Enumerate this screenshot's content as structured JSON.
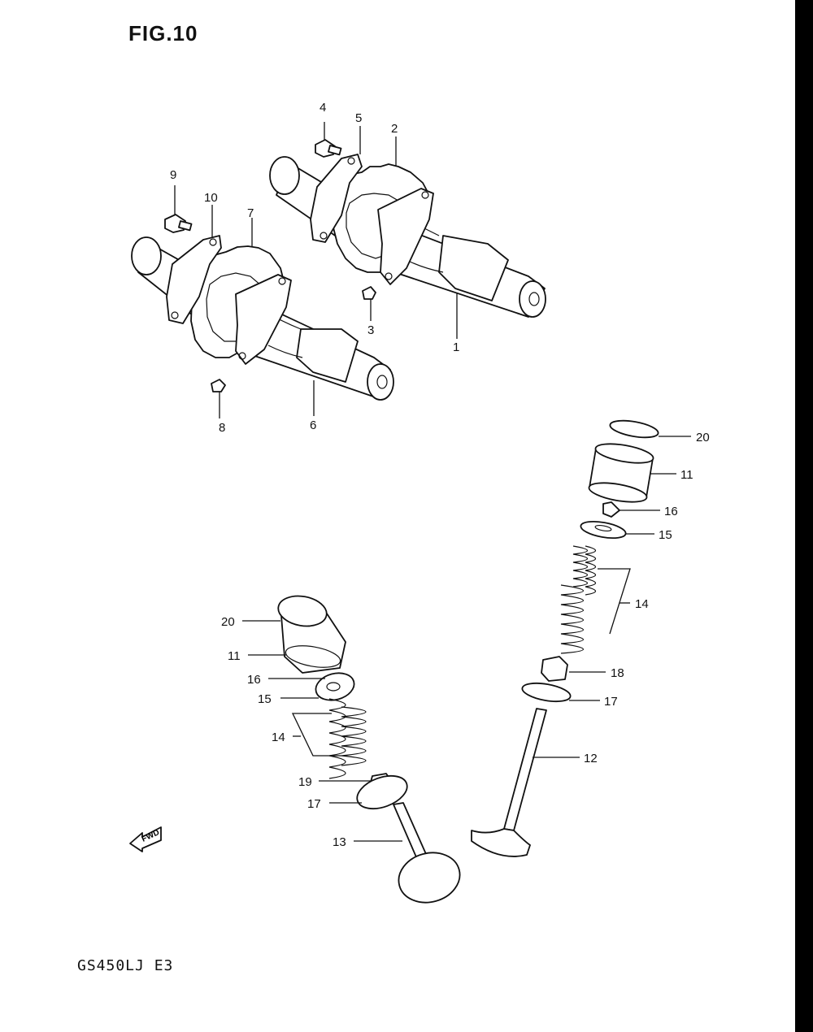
{
  "figure": {
    "title": "FIG.10",
    "model_code": "GS450LJ E3"
  },
  "fwd_badge": "FWD",
  "callouts": [
    {
      "id": "c1",
      "text": "1"
    },
    {
      "id": "c2",
      "text": "2"
    },
    {
      "id": "c3",
      "text": "3"
    },
    {
      "id": "c4",
      "text": "4"
    },
    {
      "id": "c5",
      "text": "5"
    },
    {
      "id": "c6",
      "text": "6"
    },
    {
      "id": "c7",
      "text": "7"
    },
    {
      "id": "c8",
      "text": "8"
    },
    {
      "id": "c9",
      "text": "9"
    },
    {
      "id": "c10",
      "text": "10"
    },
    {
      "id": "c11a",
      "text": "11"
    },
    {
      "id": "c11b",
      "text": "11"
    },
    {
      "id": "c12",
      "text": "12"
    },
    {
      "id": "c13",
      "text": "13"
    },
    {
      "id": "c14a",
      "text": "14"
    },
    {
      "id": "c14b",
      "text": "14"
    },
    {
      "id": "c15a",
      "text": "15"
    },
    {
      "id": "c15b",
      "text": "15"
    },
    {
      "id": "c16a",
      "text": "16"
    },
    {
      "id": "c16b",
      "text": "16"
    },
    {
      "id": "c17a",
      "text": "17"
    },
    {
      "id": "c17b",
      "text": "17"
    },
    {
      "id": "c18",
      "text": "18"
    },
    {
      "id": "c19",
      "text": "19"
    },
    {
      "id": "c20a",
      "text": "20"
    },
    {
      "id": "c20b",
      "text": "20"
    }
  ]
}
